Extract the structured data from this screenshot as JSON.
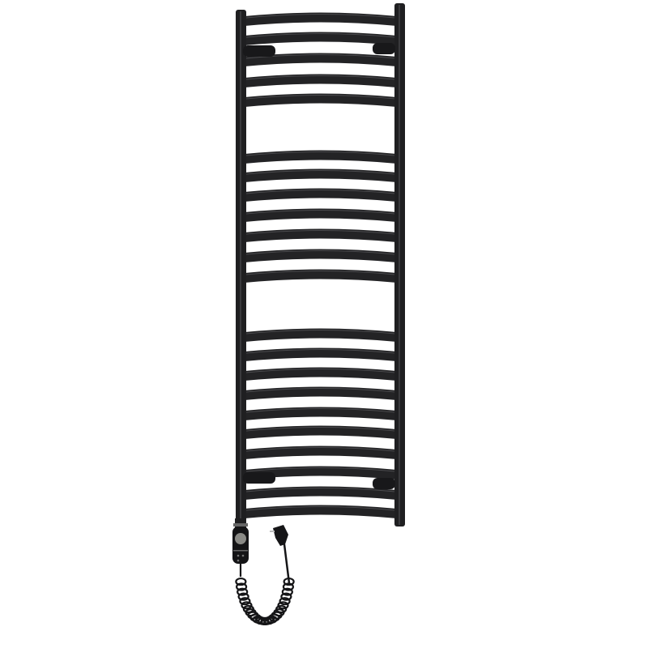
{
  "product": {
    "colors": {
      "background": "#ffffff",
      "frame": "#1f1f21",
      "frame_highlight": "#3a3a3d",
      "heater_display": "#8a8a86"
    },
    "icons": [
      "towel-radiator",
      "heating-element",
      "power-plug",
      "coiled-cable"
    ]
  }
}
